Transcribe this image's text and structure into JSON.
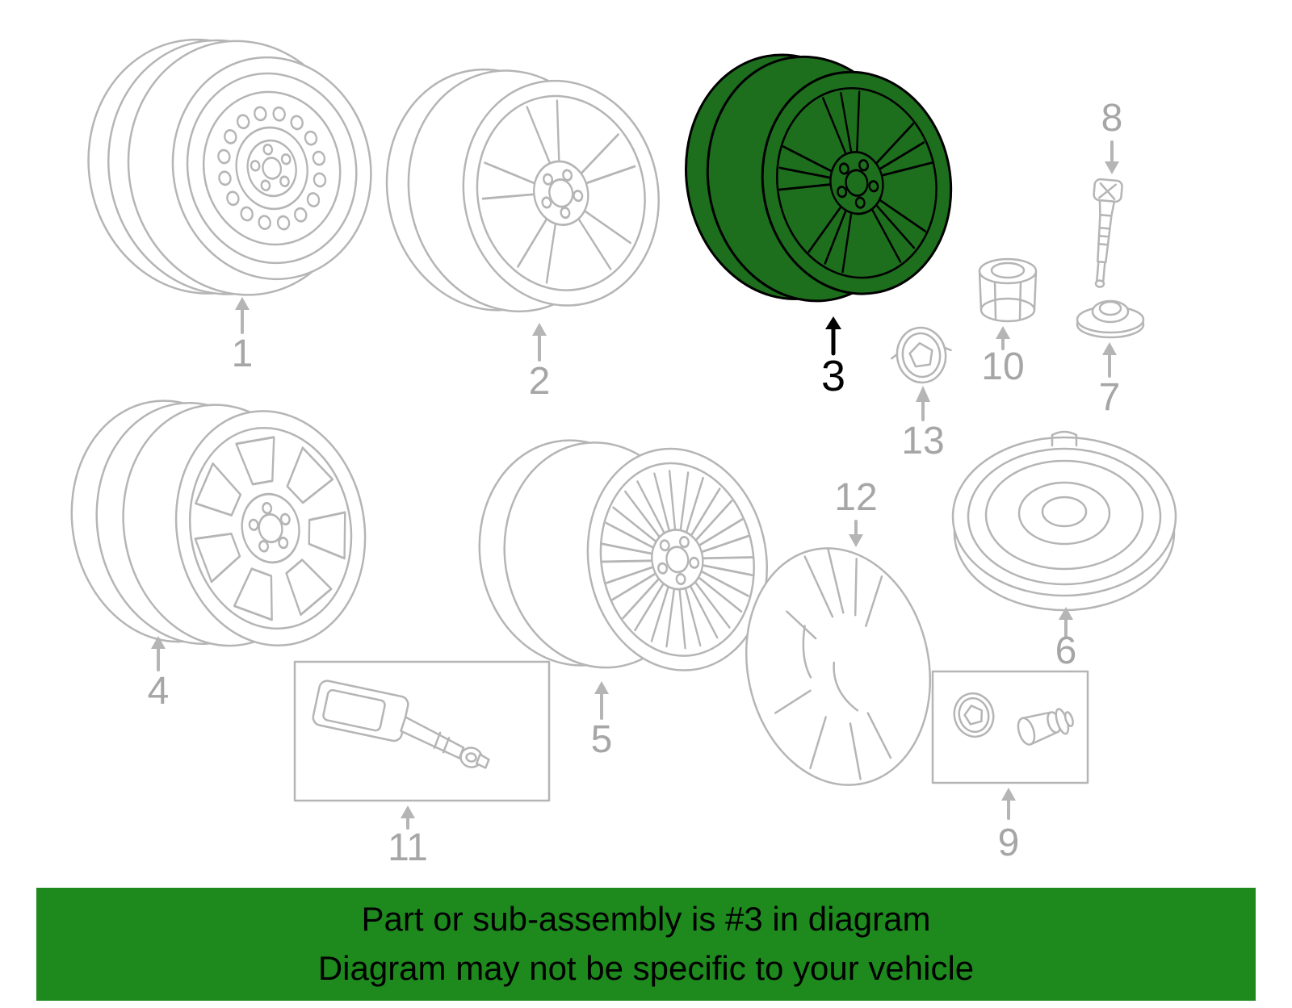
{
  "diagram": {
    "parts": {
      "p1": "1",
      "p2": "2",
      "p3": "3",
      "p4": "4",
      "p5": "5",
      "p6": "6",
      "p7": "7",
      "p8": "8",
      "p9": "9",
      "p10": "10",
      "p11": "11",
      "p12": "12",
      "p13": "13"
    },
    "highlighted_part": "3"
  },
  "banner": {
    "line1": "Part or sub-assembly is #3 in diagram",
    "line2": "Diagram may not be specific to your vehicle"
  },
  "colors": {
    "highlight_green": "#1d6e1d",
    "banner_green": "#1e8a1e",
    "line_gray": "#b5b5b5",
    "label_gray": "#a6a6a6",
    "outline_black": "#000000"
  }
}
